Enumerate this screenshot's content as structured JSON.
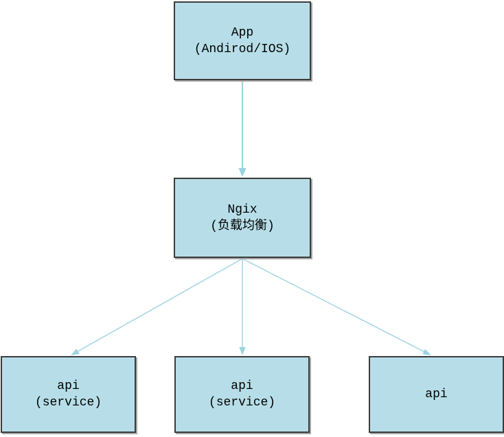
{
  "colors": {
    "background": "#ffffff",
    "box_fill": "#b7dee8",
    "box_border": "#3b3b3b",
    "arrow": "#9cd2e0",
    "shadow": "#a6a6a6",
    "text": "#000000"
  },
  "nodes": {
    "app": {
      "line1": "App",
      "line2": "(Andirod/IOS)"
    },
    "ngix": {
      "line1": "Ngix",
      "line2": "(负载均衡)"
    },
    "api1": {
      "line1": "api",
      "line2": "(service)"
    },
    "api2": {
      "line1": "api",
      "line2": "(service)"
    },
    "api3": {
      "line1": "api",
      "line2": ""
    }
  },
  "edges": [
    {
      "from": "App (Andirod/IOS)",
      "to": "Ngix (负载均衡)"
    },
    {
      "from": "Ngix (负载均衡)",
      "to": "api (service) left"
    },
    {
      "from": "Ngix (负载均衡)",
      "to": "api (service) middle"
    },
    {
      "from": "Ngix (负载均衡)",
      "to": "api right"
    }
  ]
}
